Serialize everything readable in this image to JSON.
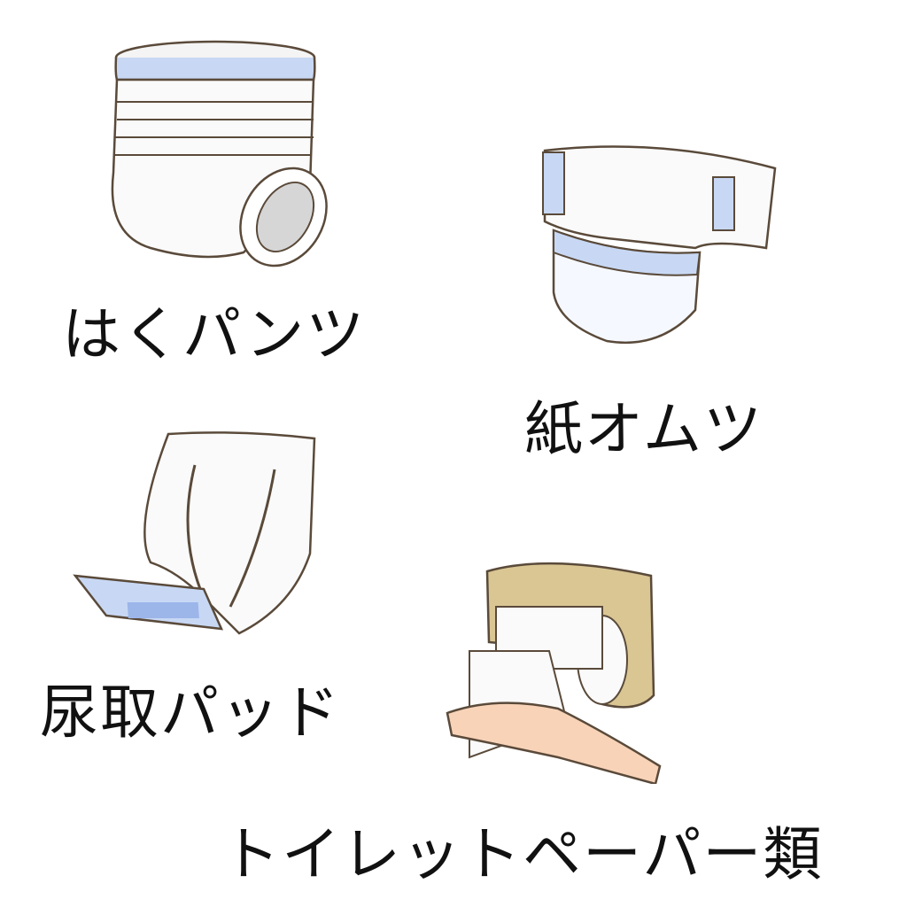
{
  "items": [
    {
      "label": "はくパンツ",
      "icon": "pull-up-pants-icon"
    },
    {
      "label": "紙オムツ",
      "icon": "tape-diaper-icon"
    },
    {
      "label": "尿取パッド",
      "icon": "urine-pad-icon"
    },
    {
      "label": "トイレットペーパー類",
      "icon": "toilet-paper-icon"
    }
  ],
  "colors": {
    "line": "#5a4a3a",
    "blue": "#c8d8f4",
    "holder": "#d9c693",
    "skin": "#f8d3b8"
  }
}
